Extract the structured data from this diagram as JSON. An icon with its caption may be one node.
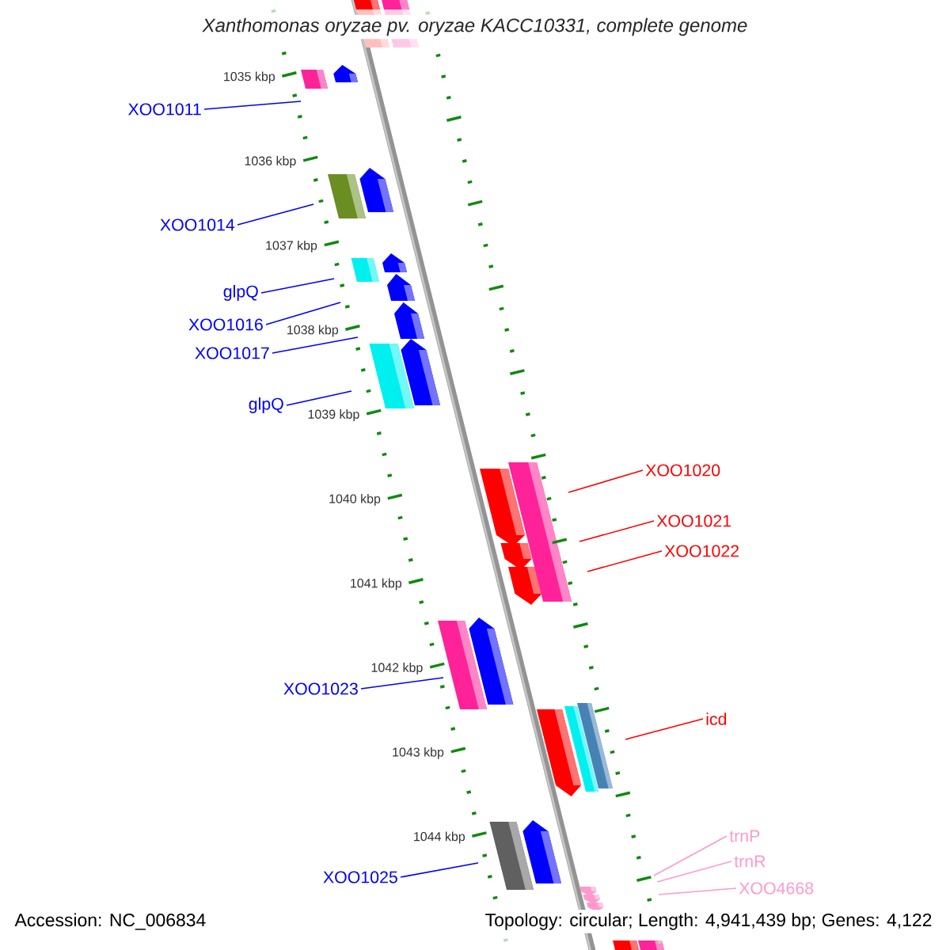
{
  "diagram": {
    "title": "Xanthomonas oryzae pv. oryzae KACC10331, complete genome",
    "nodes": [
      {
        "text": [
          "XOO1011"
        ]
      },
      {
        "text": [
          "XOO1014"
        ]
      },
      {
        "text": [
          "glpQ"
        ]
      },
      {
        "text": [
          "XOO1016"
        ]
      },
      {
        "text": [
          "XOO1017"
        ]
      },
      {
        "text": [
          "glpQ"
        ]
      },
      {
        "text": [
          "XOO1020"
        ]
      },
      {
        "text": [
          "XOO1021"
        ]
      },
      {
        "text": [
          "XOO1022"
        ]
      },
      {
        "text": [
          "XOO1023"
        ]
      },
      {
        "text": [
          "icd"
        ]
      },
      {
        "text": [
          "XOO1025"
        ]
      },
      {
        "text": [
          "trnP"
        ]
      },
      {
        "text": [
          "trnR"
        ]
      },
      {
        "text": [
          "XOO4668"
        ]
      }
    ],
    "edges": [
      {
        "from": 0,
        "to": null,
        "arrow": "none"
      },
      {
        "from": 1,
        "to": null,
        "arrow": "none"
      },
      {
        "from": 2,
        "to": null,
        "arrow": "none"
      },
      {
        "from": 3,
        "to": null,
        "arrow": "none"
      },
      {
        "from": 4,
        "to": null,
        "arrow": "none"
      },
      {
        "from": 5,
        "to": null,
        "arrow": "none"
      },
      {
        "from": 6,
        "to": null,
        "arrow": "none",
        "color": "#ff0000"
      },
      {
        "from": 7,
        "to": null,
        "arrow": "none",
        "color": "#ff0000"
      },
      {
        "from": 8,
        "to": null,
        "arrow": "none",
        "color": "#ff0000"
      },
      {
        "from": 9,
        "to": null,
        "arrow": "none"
      },
      {
        "from": 10,
        "to": null,
        "arrow": "none",
        "color": "#ff0000"
      },
      {
        "from": 11,
        "to": null,
        "arrow": "none"
      },
      {
        "from": 12,
        "to": null,
        "arrow": "none",
        "color": "#ff99cc"
      },
      {
        "from": 13,
        "to": null,
        "arrow": "none",
        "color": "#ff99cc"
      },
      {
        "from": 14,
        "to": null,
        "arrow": "none",
        "color": "#ff99cc"
      }
    ],
    "labels": [
      "1035 kbp",
      "1036 kbp",
      "1037 kbp",
      "1038 kbp",
      "1039 kbp",
      "1040 kbp",
      "1041 kbp",
      "1042 kbp",
      "1043 kbp",
      "1044 kbp",
      "Accession: NC_006834",
      "Topology: circular; Length: 4,941,439 bp; Genes: 4,122"
    ]
  }
}
